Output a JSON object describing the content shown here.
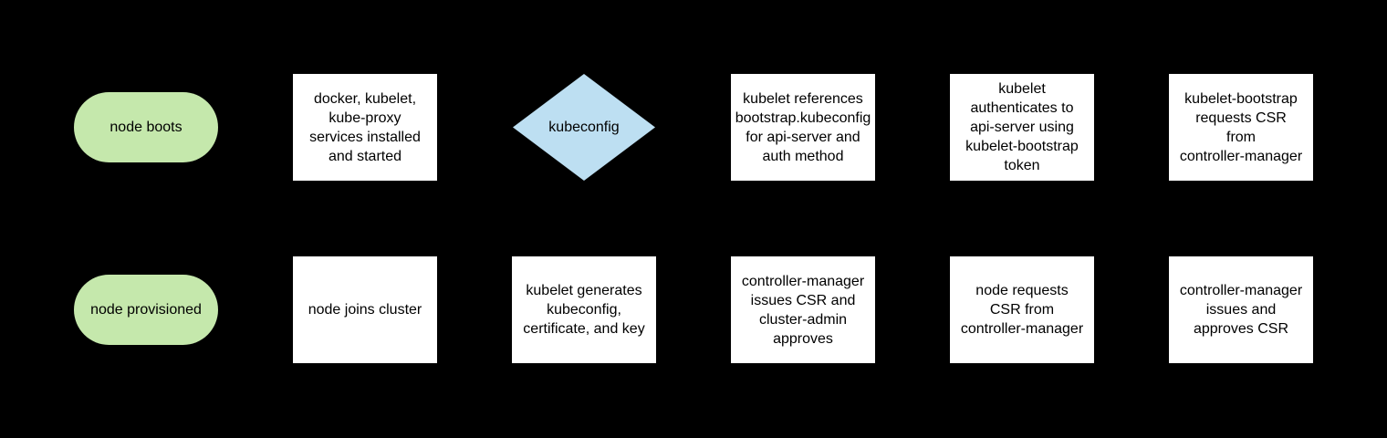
{
  "colors": {
    "background": "#000000",
    "terminal_fill": "#c5e8ac",
    "decision_fill": "#bddff2",
    "process_fill": "#ffffff",
    "text": "#000000"
  },
  "flowchart": {
    "row1": {
      "start": {
        "label": "node boots"
      },
      "services": {
        "label": "docker, kubelet,\nkube-proxy\nservices installed\nand started"
      },
      "decision": {
        "label": "kubeconfig"
      },
      "references": {
        "label": "kubelet references\nbootstrap.kubeconfig\nfor api-server and\nauth method"
      },
      "authenticates": {
        "label": "kubelet\nauthenticates to\napi-server using\nkubelet-bootstrap\ntoken"
      },
      "requests_csr": {
        "label": "kubelet-bootstrap\nrequests CSR\nfrom\ncontroller-manager"
      }
    },
    "row2": {
      "provisioned": {
        "label": "node provisioned"
      },
      "joins": {
        "label": "node joins cluster"
      },
      "generates": {
        "label": "kubelet generates\nkubeconfig,\ncertificate, and key"
      },
      "cm_issues_admin_approves": {
        "label": "controller-manager\nissues CSR and\ncluster-admin\napproves"
      },
      "node_requests": {
        "label": "node requests\nCSR from\ncontroller-manager"
      },
      "cm_issues_and_approves": {
        "label": "controller-manager\nissues and\napproves CSR"
      }
    }
  }
}
